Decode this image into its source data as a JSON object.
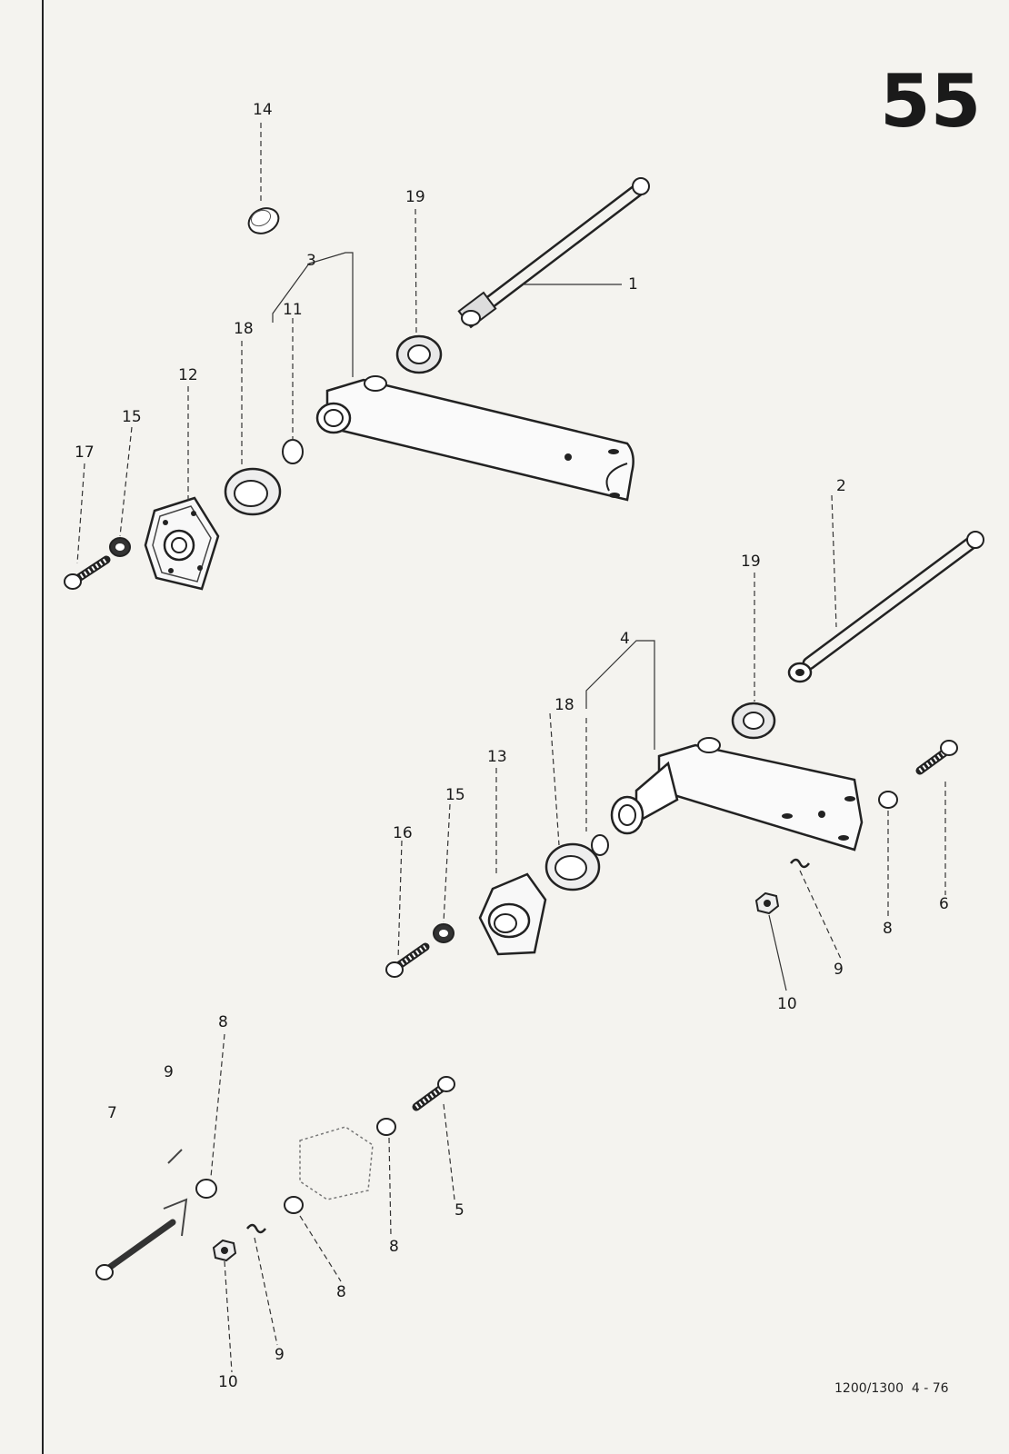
{
  "page_number": "55",
  "document_code": "1200/1300  4 - 76",
  "labels": [
    {
      "id": "lbl-14",
      "text": "14"
    },
    {
      "id": "lbl-19a",
      "text": "19"
    },
    {
      "id": "lbl-3",
      "text": "3"
    },
    {
      "id": "lbl-1",
      "text": "1"
    },
    {
      "id": "lbl-18a",
      "text": "18"
    },
    {
      "id": "lbl-11",
      "text": "11"
    },
    {
      "id": "lbl-12",
      "text": "12"
    },
    {
      "id": "lbl-15a",
      "text": "15"
    },
    {
      "id": "lbl-17",
      "text": "17"
    },
    {
      "id": "lbl-2",
      "text": "2"
    },
    {
      "id": "lbl-19b",
      "text": "19"
    },
    {
      "id": "lbl-4",
      "text": "4"
    },
    {
      "id": "lbl-18b",
      "text": "18"
    },
    {
      "id": "lbl-13",
      "text": "13"
    },
    {
      "id": "lbl-15b",
      "text": "15"
    },
    {
      "id": "lbl-16",
      "text": "16"
    },
    {
      "id": "lbl-6",
      "text": "6"
    },
    {
      "id": "lbl-8a",
      "text": "8"
    },
    {
      "id": "lbl-9a",
      "text": "9"
    },
    {
      "id": "lbl-10a",
      "text": "10"
    },
    {
      "id": "lbl-8b",
      "text": "8"
    },
    {
      "id": "lbl-9b",
      "text": "9"
    },
    {
      "id": "lbl-7",
      "text": "7"
    },
    {
      "id": "lbl-5",
      "text": "5"
    },
    {
      "id": "lbl-8c",
      "text": "8"
    },
    {
      "id": "lbl-8d",
      "text": "8"
    },
    {
      "id": "lbl-9c",
      "text": "9"
    },
    {
      "id": "lbl-10b",
      "text": "10"
    }
  ]
}
